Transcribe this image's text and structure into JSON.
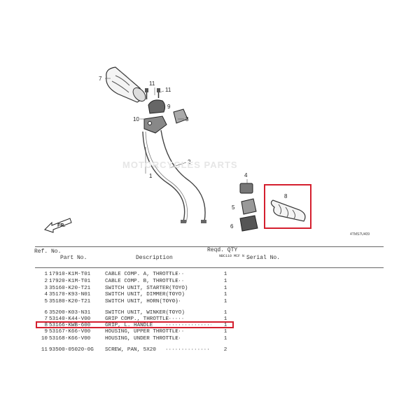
{
  "diagram": {
    "callouts": [
      "7",
      "11",
      "11",
      "9",
      "10",
      "3",
      "2",
      "1",
      "4",
      "5",
      "6",
      "8"
    ],
    "frame_code": "4TMS7U409",
    "direction_label": "FR.",
    "highlight_color": "#d41f2e",
    "watermark": "MOTORCYCLES PARTS"
  },
  "table": {
    "headers": {
      "ref": "Ref. No.",
      "part": "Part No.",
      "desc": "Description",
      "qty": "Reqd. QTY",
      "model": "NBC110 MCF N",
      "serial": "Serial No."
    },
    "rows": [
      {
        "ref": "1",
        "part": "17910-K1M-T01",
        "desc": "CABLE COMP. A, THROTTLE",
        "dots": "······",
        "qty": "1"
      },
      {
        "ref": "2",
        "part": "17920-K1M-T01",
        "desc": "CABLE COMP. B, THROTTLE",
        "dots": "······",
        "qty": "1"
      },
      {
        "ref": "3",
        "part": "35160-K20-T21",
        "desc": "SWITCH UNIT, STARTER(TOYO)",
        "dots": "···",
        "qty": "1"
      },
      {
        "ref": "4",
        "part": "35170-K93-N01",
        "desc": "SWITCH UNIT, DIMMER(TOYO)",
        "dots": "···",
        "qty": "1"
      },
      {
        "ref": "5",
        "part": "35180-K20-T21",
        "desc": "SWITCH UNIT, HORN(TOYO)",
        "dots": "·····",
        "qty": "1"
      },
      {
        "ref": "6",
        "part": "35200-K03-N31",
        "desc": "SWITCH UNIT, WINKER(TOYO)",
        "dots": "···",
        "qty": "1"
      },
      {
        "ref": "7",
        "part": "53140-K44-V00",
        "desc": "GRIP COMP., THROTTLE",
        "dots": "······",
        "qty": "1"
      },
      {
        "ref": "8",
        "part": "53166-KWB-600",
        "desc": "GRIP, L. HANDLE",
        "dots": "···············",
        "qty": "1"
      },
      {
        "ref": "9",
        "part": "53167-K66-V00",
        "desc": "HOUSING, UPPER THROTTLE",
        "dots": "······",
        "qty": "1"
      },
      {
        "ref": "10",
        "part": "53168-K66-V00",
        "desc": "HOUSING, UNDER THROTTLE",
        "dots": "·····",
        "qty": "1"
      },
      {
        "ref": "11",
        "part": "93500-05020-0G",
        "desc": "SCREW, PAN, 5X20",
        "dots": "··············",
        "qty": "2"
      }
    ]
  }
}
